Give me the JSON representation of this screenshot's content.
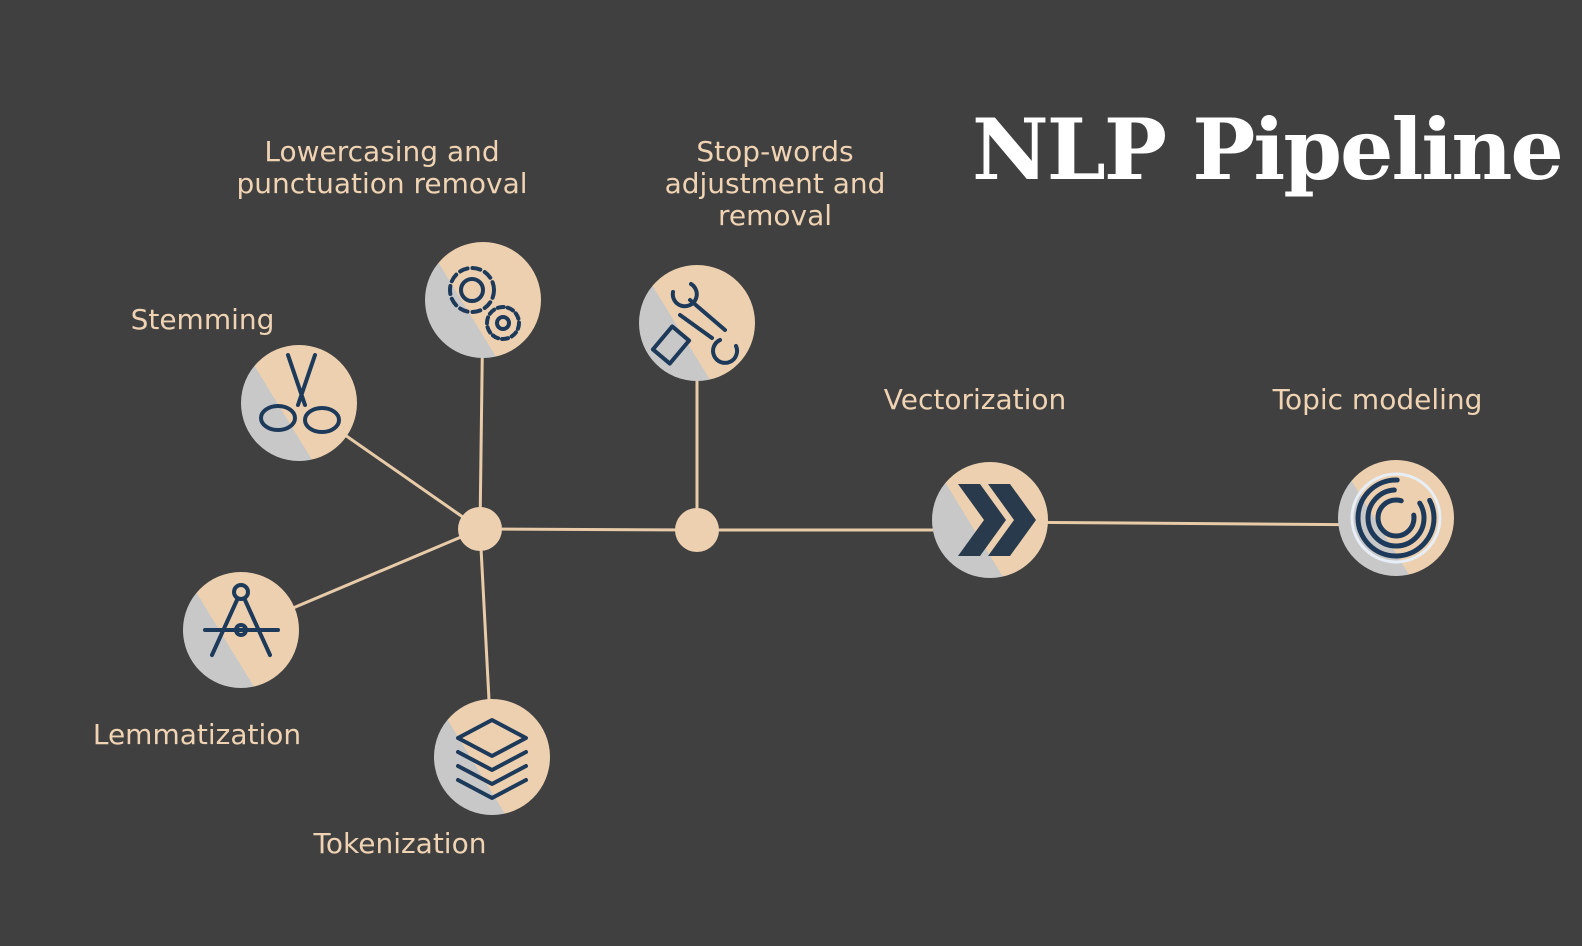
{
  "title": "NLP Pipeline",
  "colors": {
    "background": "#404040",
    "accent": "#ecd0b0",
    "node_grey": "#c8c8c8",
    "icon": "#1e3a5a",
    "line": "#e8cba8"
  },
  "steps": [
    {
      "label": "Lowercasing and\npunctuation removal",
      "icon": "gears-icon"
    },
    {
      "label": "Stop-words\nadjustment and\nremoval",
      "icon": "wrench-hand-icon"
    },
    {
      "label": "Stemming",
      "icon": "scissors-icon"
    },
    {
      "label": "Lemmatization",
      "icon": "compass-icon"
    },
    {
      "label": "Tokenization",
      "icon": "layers-icon"
    },
    {
      "label": "Vectorization",
      "icon": "chevrons-right-icon"
    },
    {
      "label": "Topic modeling",
      "icon": "concentric-rings-icon"
    }
  ]
}
